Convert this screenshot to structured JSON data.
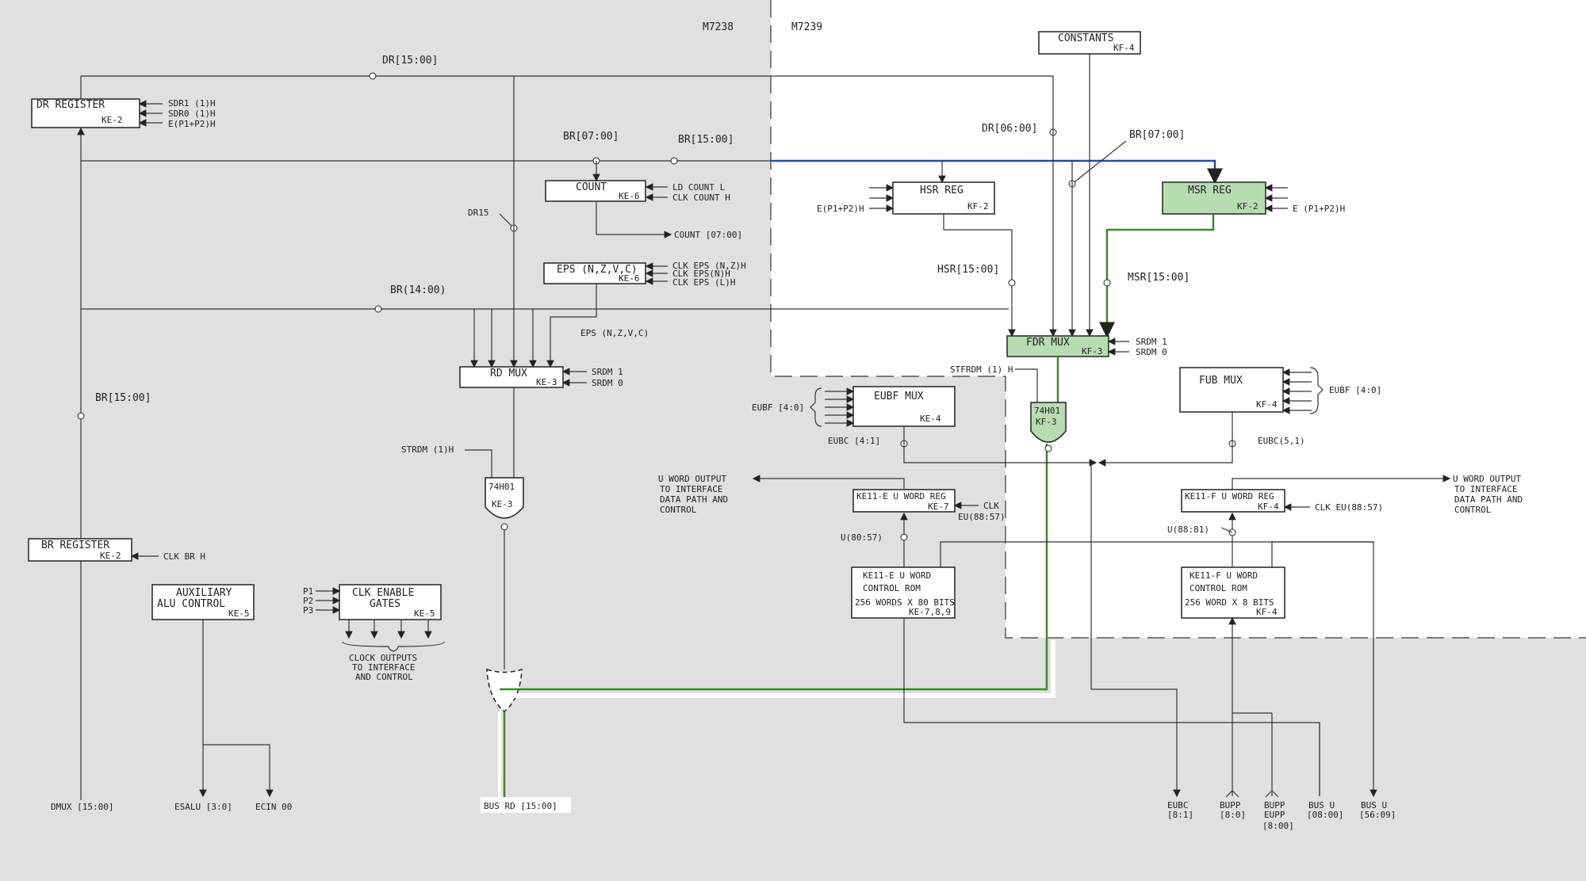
{
  "diagram": {
    "board_labels": {
      "left": "M7238",
      "right": "M7239"
    },
    "blocks": {
      "dr_register": {
        "name": "DR REGISTER",
        "ref": "KE-2"
      },
      "br_register": {
        "name": "BR REGISTER",
        "ref": "KE-2"
      },
      "count": {
        "name": "COUNT",
        "ref": "KE-6"
      },
      "eps": {
        "name": "EPS (N,Z,V,C)",
        "ref": "KE-6"
      },
      "rd_mux": {
        "name": "RD MUX",
        "ref": "KE-3"
      },
      "aux_alu": {
        "line1": "AUXILIARY",
        "line2": "ALU CONTROL",
        "ref": "KE-5"
      },
      "clk_enable": {
        "line1": "CLK ENABLE",
        "line2": "GATES",
        "ref": "KE-5"
      },
      "constants": {
        "name": "CONSTANTS",
        "ref": "KF-4"
      },
      "hsr_reg": {
        "name": "HSR REG",
        "ref": "KF-2"
      },
      "msr_reg": {
        "name": "MSR REG",
        "ref": "KF-2"
      },
      "fdr_mux": {
        "name": "FDR MUX",
        "ref": "KF-3"
      },
      "eubf_mux": {
        "name": "EUBF MUX",
        "ref": "KE-4"
      },
      "fub_mux": {
        "name": "FUB MUX",
        "ref": "KF-4"
      },
      "ke11e_uword_reg": {
        "name": "KE11-E U WORD REG",
        "ref": "KE-7"
      },
      "ke11e_rom": {
        "line1": "KE11-E U WORD",
        "line2": "CONTROL ROM",
        "line3": "256 WORDS X 80 BITS",
        "ref": "KE-7,8,9"
      },
      "ke11f_uword_reg": {
        "name": "KE11-F U WORD REG",
        "ref": "KF-4"
      },
      "ke11f_rom": {
        "line1": "KE11-F U WORD",
        "line2": "CONTROL ROM",
        "line3": "256 WORD X 8 BITS",
        "ref": "KF-4"
      },
      "gate_ke3": {
        "line1": "74H01",
        "line2": "KE-3"
      },
      "gate_kf3": {
        "line1": "74H01",
        "line2": "KF-3"
      }
    },
    "signals": {
      "dr_bus": "DR[15:00]",
      "sdr1": "SDR1 (1)H",
      "sdr0": "SDR0 (1)H",
      "e_p1p2_dr": "E(P1+P2)H",
      "br_07_00": "BR[07:00]",
      "br_15_00_top": "BR[15:00]",
      "ld_count": "LD COUNT L",
      "clk_count": "CLK COUNT H",
      "count_out": "COUNT [07:00]",
      "dr15": "DR15",
      "clk_eps_nz": "CLK EPS (N,Z)H",
      "clk_eps_n": "CLK EPS(N)H",
      "clk_eps_l": "CLK EPS (L)H",
      "br_14_00": "BR(14:00)",
      "eps_nzvc": "EPS (N,Z,V,C)",
      "srdm1_rd": "SRDM 1",
      "srdm0_rd": "SRDM 0",
      "br_15_00_left": "BR[15:00]",
      "strdm_rd": "STRDM (1)H",
      "clk_br": "CLK BR H",
      "p1": "P1",
      "p2": "P2",
      "p3": "P3",
      "clock_outputs1": "CLOCK OUTPUTS",
      "clock_outputs2": "TO INTERFACE",
      "clock_outputs3": "AND CONTROL",
      "dmux": "DMUX [15:00]",
      "esalu": "ESALU [3:0]",
      "ecin": "ECIN 00",
      "bus_rd": "BUS RD [15:00]",
      "dr_06_00": "DR[06:00]",
      "br_07_00_right": "BR[07:00]",
      "e_p1p2_hsr": "E(P1+P2)H",
      "e_p1p2_msr": "E (P1+P2)H",
      "hsr_15_00": "HSR[15:00]",
      "msr_15_00": "MSR[15:00]",
      "srdm1_fdr": "SRDM 1",
      "srdm0_fdr": "SRDM 0",
      "stfrdm": "STFRDM (1) H",
      "eubf_4_0_left": "EUBF [4:0]",
      "eubc_4_1": "EUBC [4:1]",
      "eubf_4_0_right": "EUBF [4:0]",
      "eubc_5_1": "EUBC(5,1)",
      "uword_out_l1": "U WORD OUTPUT",
      "uword_out_l2": "TO INTERFACE",
      "uword_out_l3": "DATA PATH AND",
      "uword_out_l4": "CONTROL",
      "clk_eu_left1": "CLK",
      "clk_eu_left2": "EU(88:57)",
      "u_80_57": "U(80:57)",
      "u_88_81": "U(88:81)",
      "clk_eu_right": "CLK EU(88:57)",
      "uword_out_r1": "U WORD OUTPUT",
      "uword_out_r2": "TO INTERFACE",
      "uword_out_r3": "DATA PATH AND",
      "uword_out_r4": "CONTROL",
      "eubc_bottom1": "EUBC",
      "eubc_bottom2": "[8:1]",
      "bupp_1": "BUPP",
      "bupp_2": "[8:0]",
      "bupp_eupp1": "BUPP",
      "bupp_eupp2": "EUPP",
      "bupp_eupp3": "[8:00]",
      "busu_1": "BUS U",
      "busu_2": "[08:00]",
      "busu_b1": "BUS U",
      "busu_b2": "[56:09]"
    },
    "colors": {
      "shade": "#e0e0e0",
      "highlight_green": "#b7dcb2",
      "green_path": "#3a8a2a",
      "blue_path": "#2a4aa0"
    }
  }
}
